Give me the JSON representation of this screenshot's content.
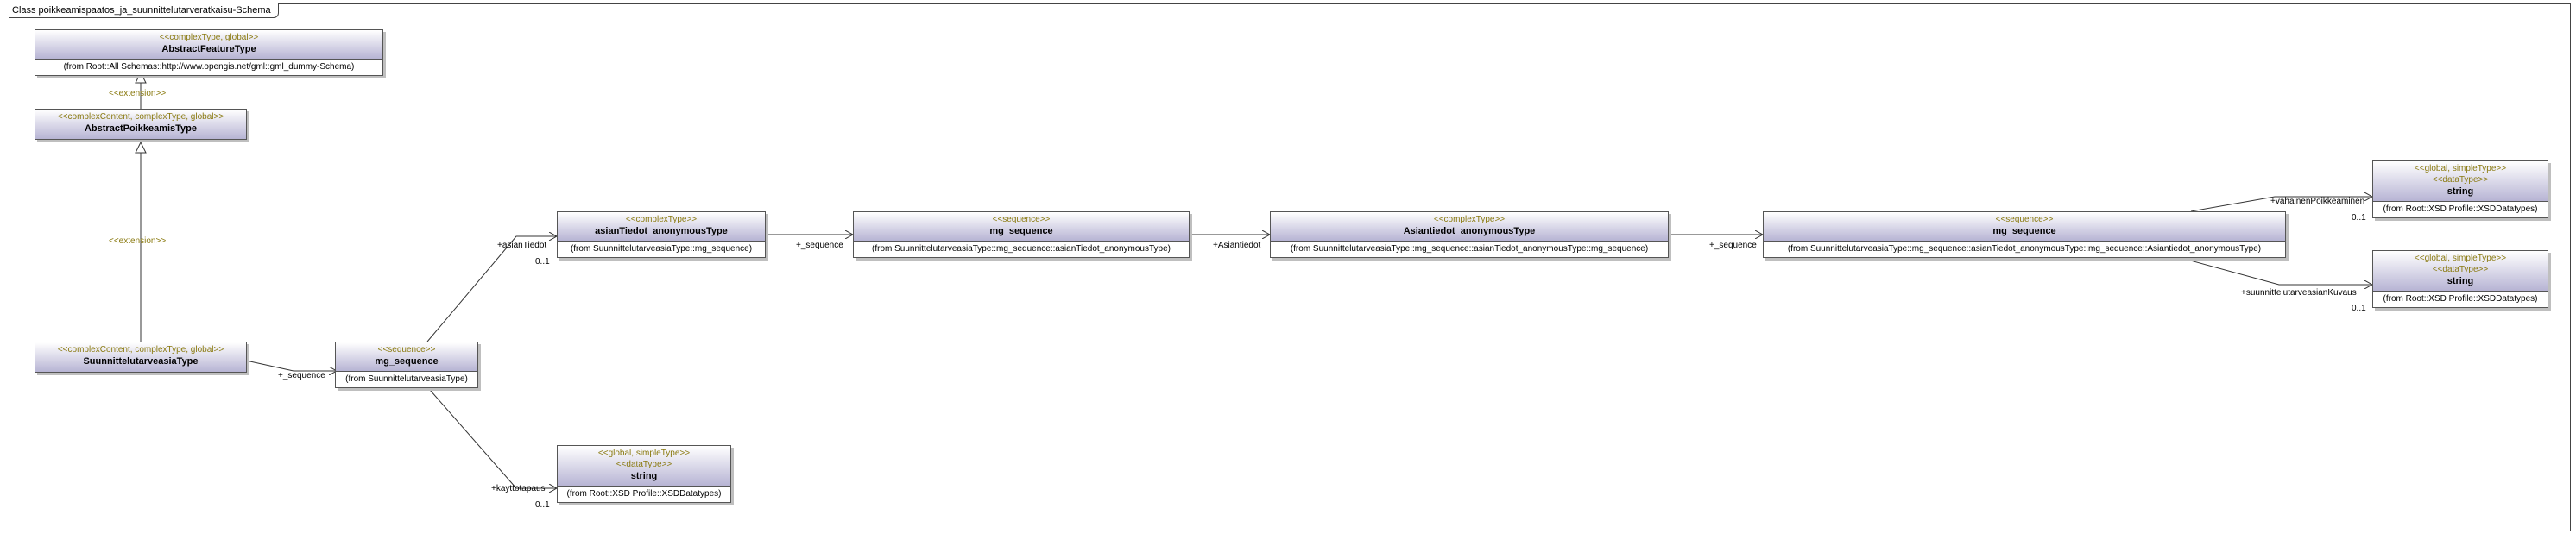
{
  "diagram": {
    "title": "Class poikkeamispaatos_ja_suunnittelutarveratkaisu-Schema"
  },
  "classes": {
    "abstract_feature": {
      "stereotype": "<<complexType, global>>",
      "name": "AbstractFeatureType",
      "from": "(from Root::All Schemas::http://www.opengis.net/gml::gml_dummy-Schema)"
    },
    "abstract_poikkeamis": {
      "stereotype": "<<complexContent, complexType, global>>",
      "name": "AbstractPoikkeamisType"
    },
    "suunnittelutarveasia": {
      "stereotype": "<<complexContent, complexType, global>>",
      "name": "SuunnittelutarveasiaType"
    },
    "mg_sequence_1": {
      "stereotype": "<<sequence>>",
      "name": "mg_sequence",
      "from": "(from SuunnittelutarveasiaType)"
    },
    "asiantiedot_anon": {
      "stereotype": "<<complexType>>",
      "name": "asianTiedot_anonymousType",
      "from": "(from SuunnittelutarveasiaType::mg_sequence)"
    },
    "mg_sequence_2": {
      "stereotype": "<<sequence>>",
      "name": "mg_sequence",
      "from": "(from SuunnittelutarveasiaType::mg_sequence::asianTiedot_anonymousType)"
    },
    "asiantiedot_anon_2": {
      "stereotype": "<<complexType>>",
      "name": "Asiantiedot_anonymousType",
      "from": "(from SuunnittelutarveasiaType::mg_sequence::asianTiedot_anonymousType::mg_sequence)"
    },
    "mg_sequence_3": {
      "stereotype": "<<sequence>>",
      "name": "mg_sequence",
      "from": "(from SuunnittelutarveasiaType::mg_sequence::asianTiedot_anonymousType::mg_sequence::Asiantiedot_anonymousType)"
    },
    "string_kayttotapaus": {
      "stereotype": "<<global, simpleType>>",
      "stereotype2": "<<dataType>>",
      "name": "string",
      "from": "(from Root::XSD Profile::XSDDatatypes)"
    },
    "string_vahainen": {
      "stereotype": "<<global, simpleType>>",
      "stereotype2": "<<dataType>>",
      "name": "string",
      "from": "(from Root::XSD Profile::XSDDatatypes)"
    },
    "string_kuvaus": {
      "stereotype": "<<global, simpleType>>",
      "stereotype2": "<<dataType>>",
      "name": "string",
      "from": "(from Root::XSD Profile::XSDDatatypes)"
    }
  },
  "relations": {
    "ext_upper": "<<extension>>",
    "ext_lower": "<<extension>>",
    "seq_1": "+_sequence",
    "asiantiedot_role": "+asianTiedot",
    "asiantiedot_mult": "0..1",
    "kayttotapaus_role": "+kayttotapaus",
    "kayttotapaus_mult": "0..1",
    "seq_2": "+_sequence",
    "asiantiedot2_role": "+Asiantiedot",
    "seq_3": "+_sequence",
    "vahainen_role": "+vahainenPoikkeaminen",
    "vahainen_mult": "0..1",
    "kuvaus_role": "+suunnittelutarveasianKuvaus",
    "kuvaus_mult": "0..1"
  }
}
